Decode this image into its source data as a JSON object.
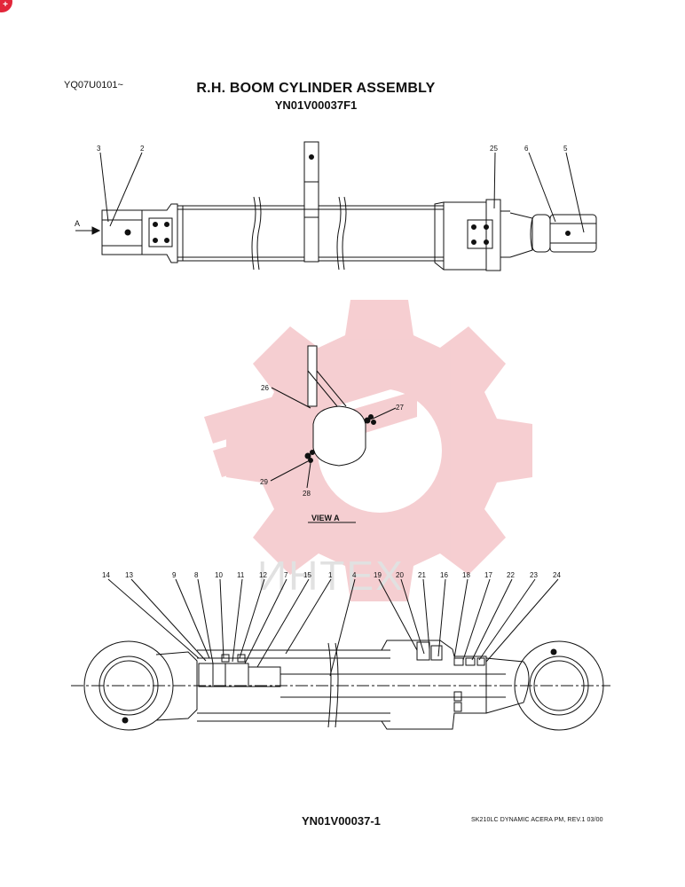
{
  "header": {
    "code": "YQ07U0101~",
    "title": "R.H. BOOM CYLINDER ASSEMBLY",
    "subtitle": "YN01V00037F1"
  },
  "views": {
    "arrow_label": "A",
    "view_label": "VIEW  A"
  },
  "callouts": {
    "top": [
      "3",
      "2",
      "25",
      "6",
      "5"
    ],
    "view_a": [
      "26",
      "27",
      "29",
      "28"
    ],
    "bottom": [
      "14",
      "13",
      "9",
      "8",
      "10",
      "11",
      "12",
      "7",
      "15",
      "1",
      "4",
      "19",
      "20",
      "21",
      "16",
      "18",
      "17",
      "22",
      "23",
      "24"
    ]
  },
  "watermark": {
    "text": "ИНТЕХ",
    "color": "#f4c6c9"
  },
  "footer": {
    "code": "YN01V00037-1",
    "note": "SK210LC DYNAMIC ACERA PM,  REV.1 03/00"
  },
  "colors": {
    "line": "#111111",
    "badge": "#e2263a",
    "watermark": "#f4c6c9"
  }
}
